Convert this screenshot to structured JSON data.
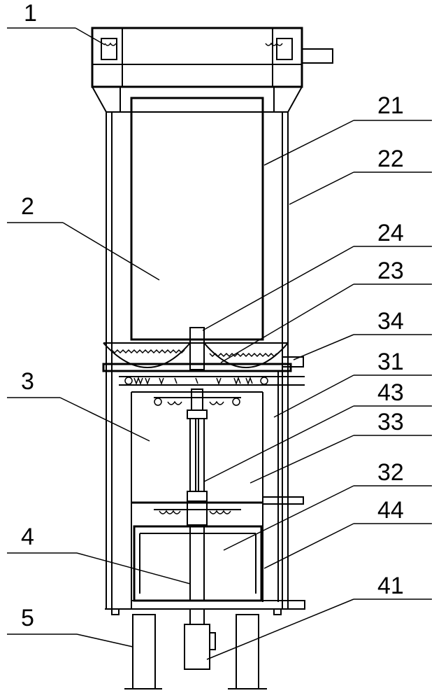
{
  "labels": {
    "l1": "1",
    "l2": "2",
    "l21": "21",
    "l22": "22",
    "l24": "24",
    "l23": "23",
    "l34": "34",
    "l3": "3",
    "l31": "31",
    "l43": "43",
    "l33": "33",
    "l32": "32",
    "l4": "4",
    "l44": "44",
    "l5": "5",
    "l41": "41"
  },
  "colors": {
    "stroke": "#000000",
    "background": "#ffffff"
  }
}
